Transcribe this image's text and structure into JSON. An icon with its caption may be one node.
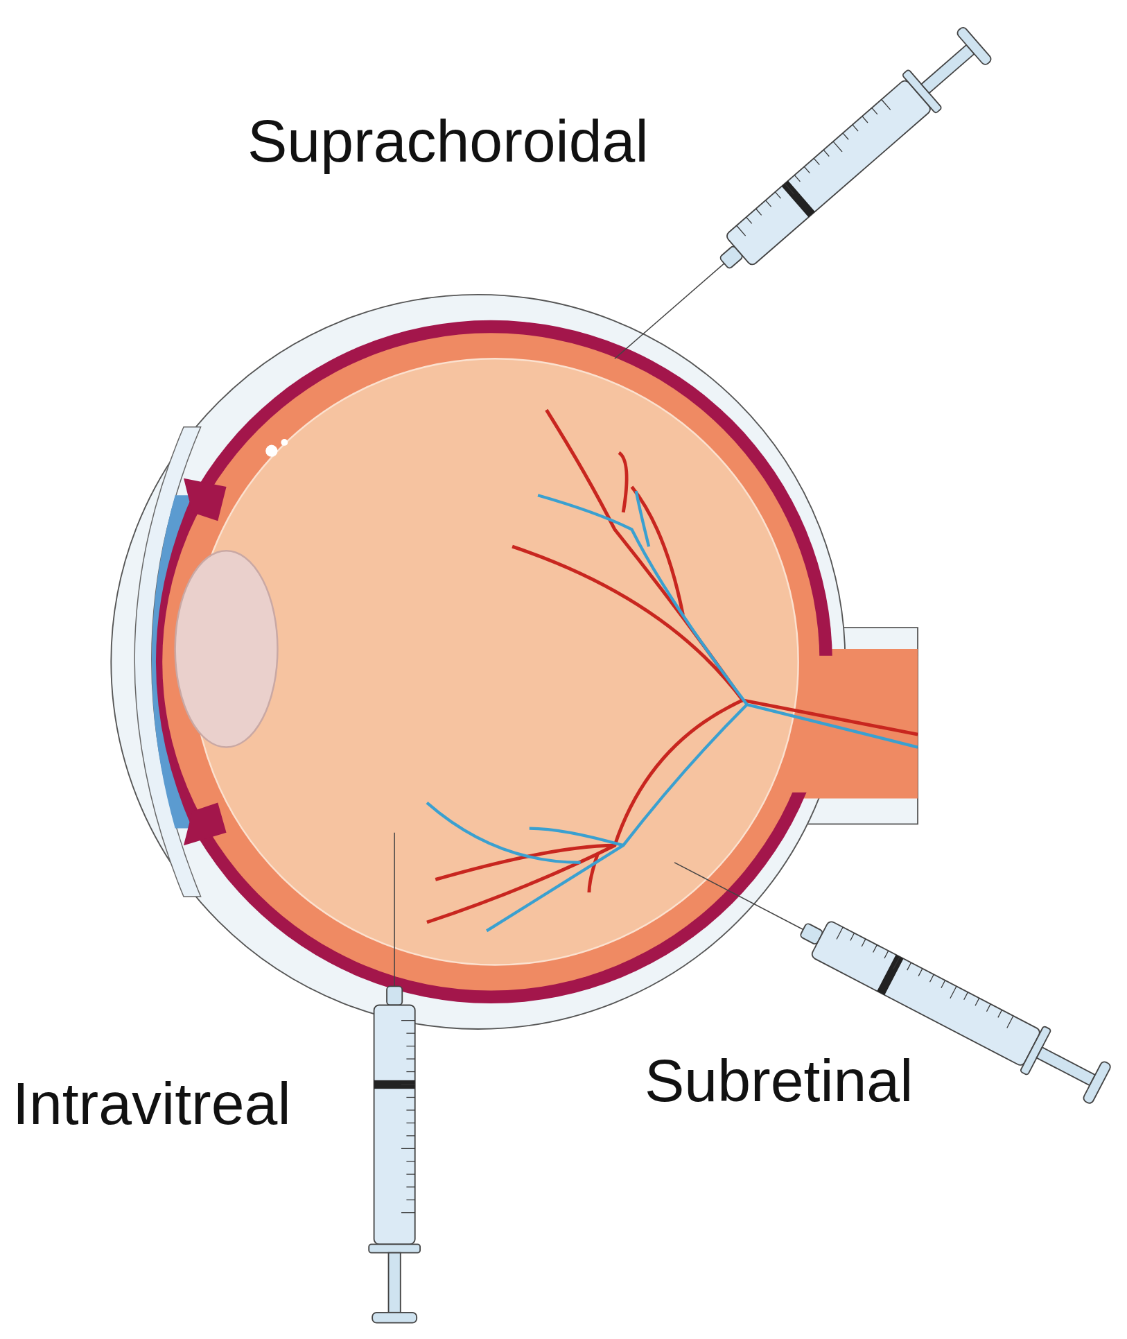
{
  "diagram": {
    "labels": [
      "Suprachoroidal",
      "Intravitreal",
      "Subretinal"
    ]
  }
}
